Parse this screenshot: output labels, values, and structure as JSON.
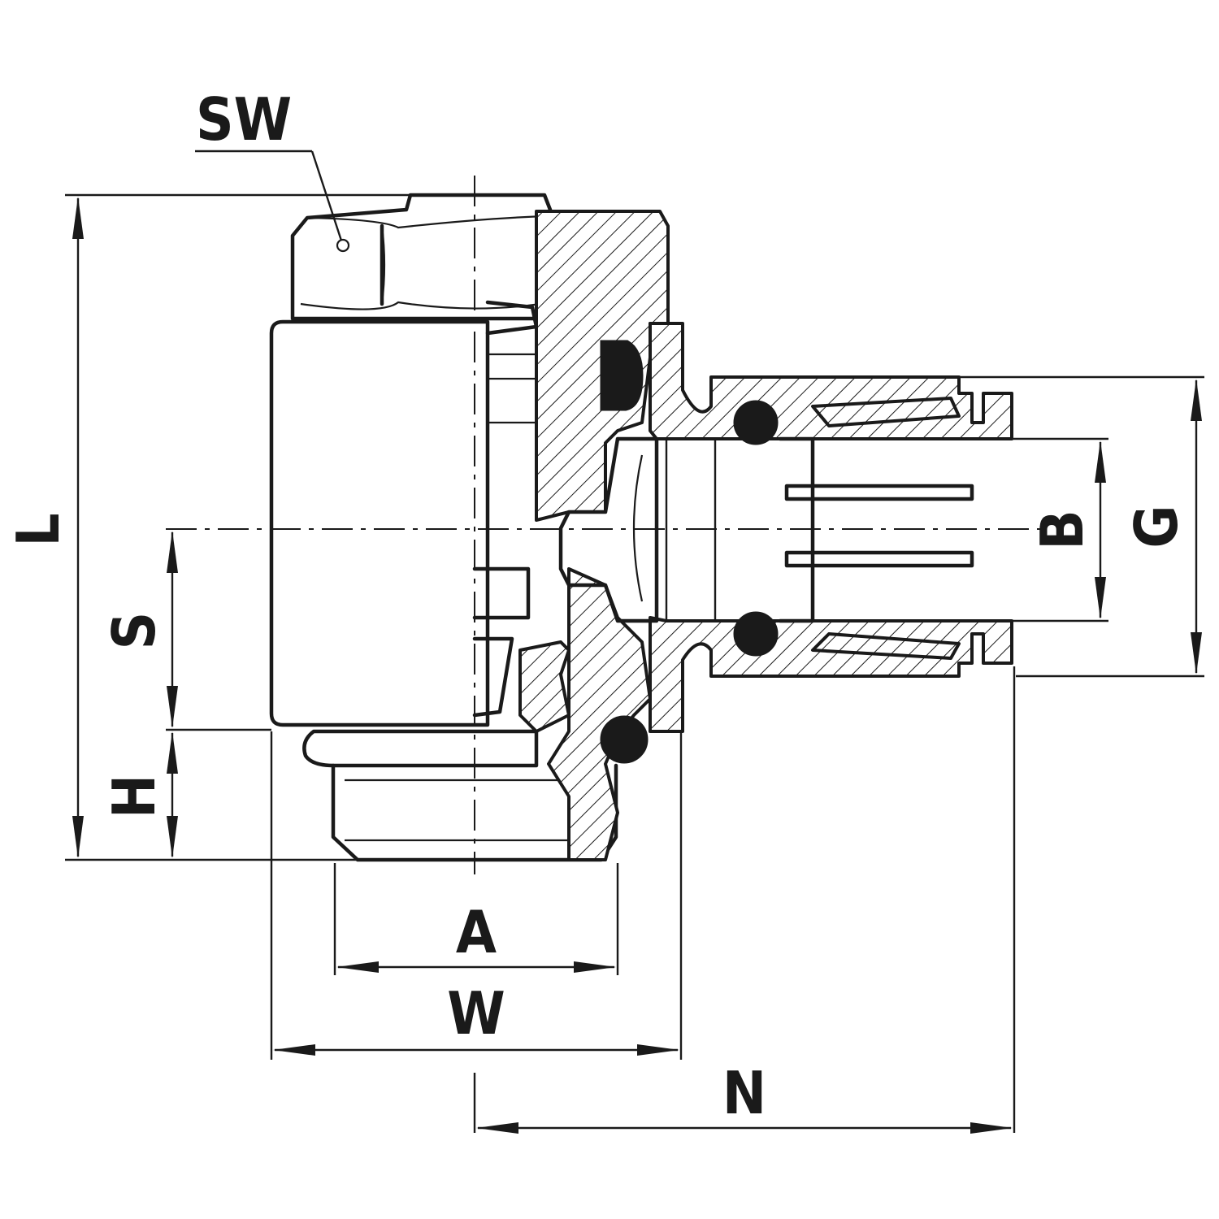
{
  "drawing": {
    "labels": {
      "sw": "SW",
      "l": "L",
      "s": "S",
      "h": "H",
      "a": "A",
      "w": "W",
      "n": "N",
      "b": "B",
      "g": "G"
    },
    "colors": {
      "line": "#1a1a1a",
      "background": "#ffffff"
    }
  }
}
